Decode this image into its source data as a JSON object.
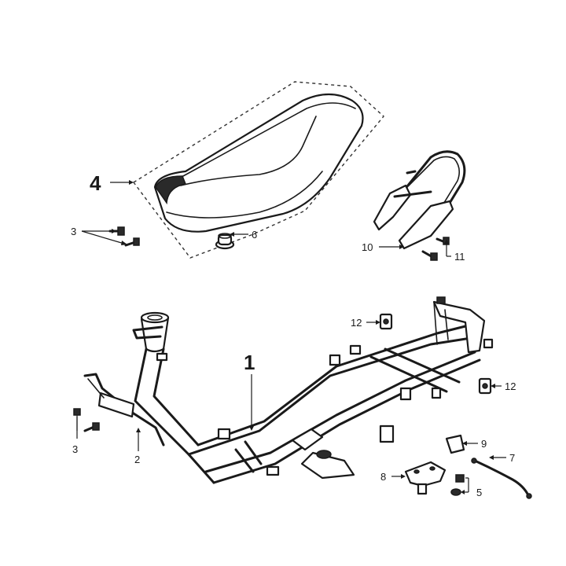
{
  "callouts": {
    "frame": "1",
    "stand_bracket": "2",
    "bolt_left": "3",
    "bolt_seat": "3",
    "seat": "4",
    "nut": "5",
    "rubber_damper": "6",
    "cable": "7",
    "lock_bracket": "8",
    "clip": "9",
    "grab_rail": "10",
    "rail_bolt": "11",
    "nut_clip_top": "12",
    "nut_clip_right": "12"
  }
}
